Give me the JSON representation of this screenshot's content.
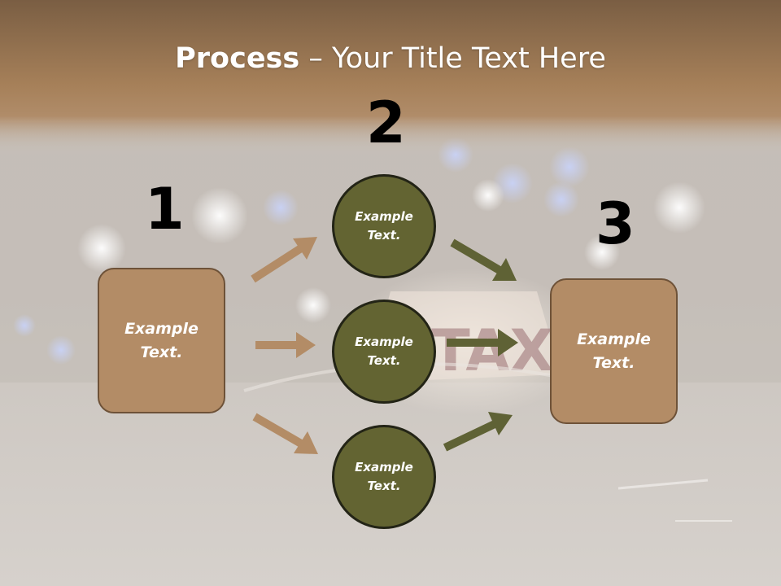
{
  "title": {
    "bold": "Process",
    "rest": " – Your Title Text Here"
  },
  "steps": [
    {
      "number": "1",
      "label": "Example\nText."
    },
    {
      "number": "2",
      "labels": [
        "Example\nText.",
        "Example\nText.",
        "Example\nText."
      ]
    },
    {
      "number": "3",
      "label": "Example\nText."
    }
  ],
  "background": {
    "sign_text": "TAXI"
  },
  "colors": {
    "box_fill": "#b38c66",
    "box_border": "#6e5238",
    "circle_fill": "#636432",
    "circle_border": "#232416",
    "arrow_tan": "#b38c66",
    "arrow_olive": "#5f6235",
    "header_band": "#a47e58"
  }
}
